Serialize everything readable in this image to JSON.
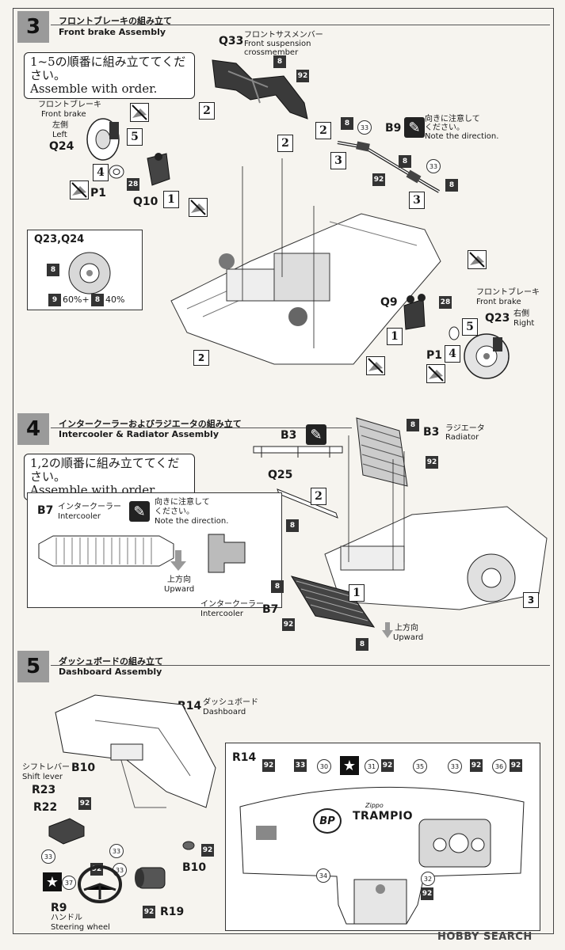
{
  "step3": {
    "number": "3",
    "title_jp": "フロントブレーキの組み立て",
    "title_en": "Front brake Assembly",
    "note_jp": "1~5の順番に組み立ててください。",
    "note_en": "Assemble with order.",
    "q33": "Q33",
    "q33_jp": "フロントサスメンバー",
    "q33_en1": "Front suspension",
    "q33_en2": "crossmember",
    "left_jp": "フロントブレーキ",
    "left_en": "Front brake",
    "left_side_jp": "左側",
    "left_side_en": "Left",
    "q24": "Q24",
    "p1": "P1",
    "q10": "Q10",
    "b9": "B9",
    "dir_jp1": "向きに注意して",
    "dir_jp2": "ください。",
    "dir_en": "Note the direction.",
    "inset_title": "Q23,Q24",
    "mix_a": "9",
    "mix_a_text": "60%+",
    "mix_b": "8",
    "mix_b_text": "40%",
    "q9": "Q9",
    "right_jp": "フロントブレーキ",
    "right_en": "Front brake",
    "q23": "Q23",
    "right_side_jp": "右側",
    "right_side_en": "Right",
    "p1b": "P1",
    "ref2": "2",
    "c8": "8",
    "c92": "92",
    "c33": "33",
    "c28": "28",
    "s1": "1",
    "s2": "2",
    "s3": "3",
    "s4": "4",
    "s5": "5"
  },
  "step4": {
    "number": "4",
    "title_jp": "インタークーラーおよびラジエータの組み立て",
    "title_en": "Intercooler & Radiator Assembly",
    "note_jp": "1,2の順番に組み立ててください。",
    "note_en": "Assemble with order.",
    "b3": "B3",
    "b3_jp": "ラジエータ",
    "b3_en": "Radiator",
    "q25": "Q25",
    "b7": "B7",
    "b7_jp": "インタークーラー",
    "b7_en": "Intercooler",
    "dir_jp1": "向きに注意して",
    "dir_jp2": "ください。",
    "dir_en": "Note the direction.",
    "up_jp": "上方向",
    "up_en": "Upward",
    "ref3": "3",
    "c8": "8",
    "c92": "92",
    "s1": "1",
    "s2": "2"
  },
  "step5": {
    "number": "5",
    "title_jp": "ダッシュボードの組み立て",
    "title_en": "Dashboard Assembly",
    "r14": "R14",
    "r14_jp": "ダッシュボード",
    "r14_en": "Dashboard",
    "shift_jp": "シフトレバー",
    "shift_en": "Shift lever",
    "b10": "B10",
    "r23": "R23",
    "r22": "R22",
    "r9": "R9",
    "r9_jp": "ハンドル",
    "r9_en": "Steering wheel",
    "r19": "R19",
    "b10b": "B10",
    "decal_bp": "BP",
    "decal_zippo": "Zippo",
    "decal_trampio": "TRAMPIO",
    "c92": "92",
    "c33": "33",
    "c30": "30",
    "c31": "31",
    "c35": "35",
    "c36": "36",
    "c34": "34",
    "c32": "32",
    "c37": "37",
    "star": "★"
  },
  "watermark": "HOBBY SEARCH"
}
